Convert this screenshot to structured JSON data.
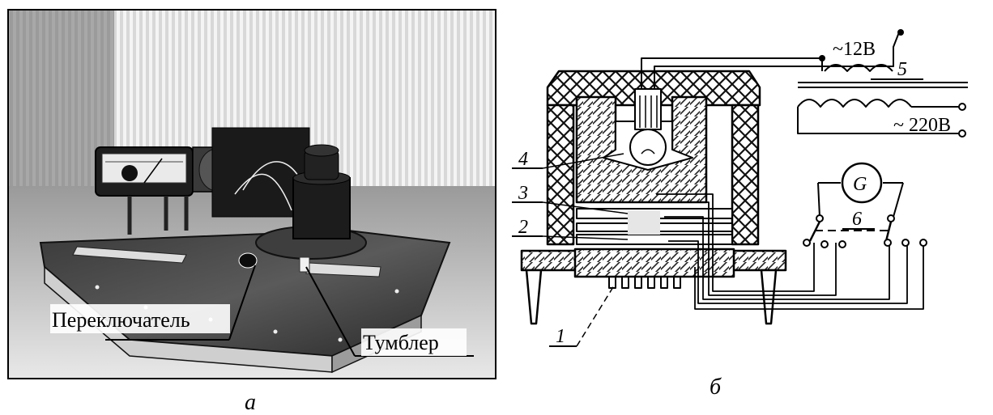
{
  "photo": {
    "caption": "а",
    "callouts": {
      "switch": "Переключатель",
      "toggle": "Тумблер"
    }
  },
  "schematic": {
    "caption": "б",
    "voltage_low": "~12В",
    "voltage_high": "~ 220В",
    "meter": "G",
    "parts": [
      "1",
      "2",
      "3",
      "4",
      "5",
      "6"
    ]
  }
}
